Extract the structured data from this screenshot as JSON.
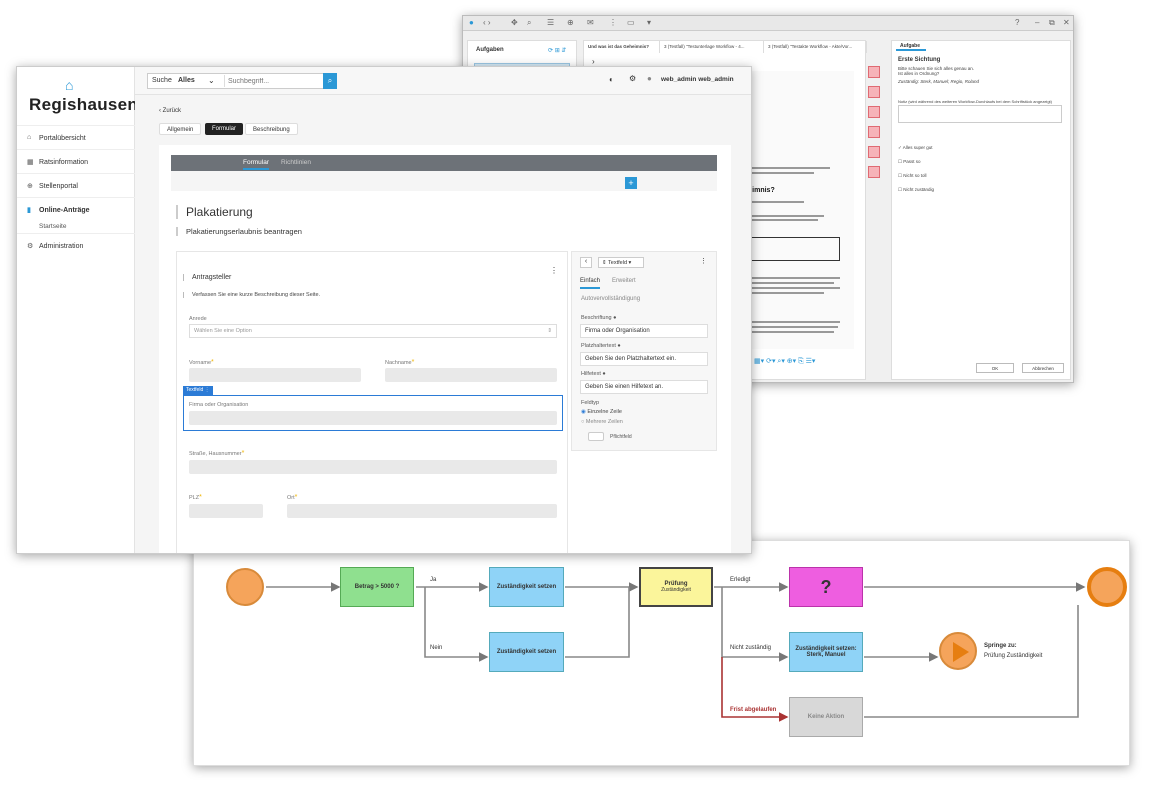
{
  "back_window": {
    "tasks_title": "Aufgaben",
    "tabs": [
      "Und was ist das Geheimnis?",
      "3 (Testfall) \"Testunterlage Workflow - 4...",
      "3 (Testfall) \"Testakte Workflow - Akte/Vor..."
    ],
    "doc_heading": "heimnis?",
    "task_tab": "Aufgabe",
    "task_title": "Erste Sichtung",
    "task_desc": "Bitte schauen Sie sich alles genau an. Ist alles in Ordnung?",
    "task_assignees": "Zuständig: Sterk, Manuel; Regio, Roland",
    "notiz_label": "Notiz (wird während des weiteren Workflow-Durchlaufs bei dem Schriftstück angezeigt)",
    "options": [
      "Alles super gut",
      "Passt so",
      "Nicht so toll",
      "Nicht zuständig"
    ],
    "ok_label": "OK",
    "cancel_label": "Abbrechen"
  },
  "app": {
    "logo": "Regishausen",
    "nav": [
      {
        "icon": "home-icon",
        "glyph": "⌂",
        "label": "Portalübersicht"
      },
      {
        "icon": "building-icon",
        "glyph": "▦",
        "label": "Ratsinformation"
      },
      {
        "icon": "globe-icon",
        "glyph": "⊕",
        "label": "Stellenportal"
      },
      {
        "icon": "document-icon",
        "glyph": "▮",
        "label": "Online-Anträge",
        "active": true
      },
      {
        "label": "Startseite",
        "sub": true
      },
      {
        "icon": "gear-icon",
        "glyph": "⚙",
        "label": "Administration"
      }
    ],
    "search": {
      "label": "Suche",
      "scope": "Alles",
      "placeholder": "Suchbegriff..."
    },
    "user": "web_admin web_admin",
    "back_label": "‹ Zurück",
    "pills": [
      "Allgemein",
      "Formular",
      "Beschreibung"
    ],
    "form_tabs": [
      "Formular",
      "Richtlinien"
    ],
    "form_title": "Plakatierung",
    "form_subtitle": "Plakatierungserlaubnis beantragen",
    "section_title": "Antragsteller",
    "section_desc": "Verfassen Sie eine kurze Beschreibung dieser Seite.",
    "fields": {
      "anrede": "Anrede",
      "anrede_placeholder": "Wählen Sie eine Option",
      "vorname": "Vorname",
      "nachname": "Nachname",
      "firma": "Firma oder Organisation",
      "strasse": "Straße, Hausnummer",
      "plz": "PLZ",
      "ort": "Ort"
    },
    "selected_badge": "Textfeld ⋮",
    "panel": {
      "type": "Textfeld",
      "tabs": [
        "Einfach",
        "Erweitert"
      ],
      "autocomplete": "Autovervollständigung",
      "beschriftung_label": "Beschriftung",
      "beschriftung_value": "Firma oder Organisation",
      "platzhalter_label": "Platzhaltertext",
      "platzhalter_value": "Geben Sie den Platzhaltertext ein.",
      "hilfe_label": "Hilfetext",
      "hilfe_value": "Geben Sie einen Hilfetext an.",
      "feldtyp_label": "Feldtyp",
      "radio1": "Einzelne Zeile",
      "radio2": "Mehrere Zeilen",
      "pflicht": "Pflichtfeld"
    }
  },
  "flow": {
    "decision": "Betrag > 5000 ?",
    "yes": "Ja",
    "no": "Nein",
    "assign1": "Zuständigkeit setzen",
    "assign2": "Zuständigkeit setzen",
    "check_title": "Prüfung",
    "check_sub": "Zuständigkeit",
    "done": "Erledigt",
    "question": "?",
    "not_responsible": "Nicht zuständig",
    "assign3": "Zuständigkeit setzen: Sterk, Manuel",
    "jump_title": "Springe zu:",
    "jump_target": "Prüfung Zuständigkeit",
    "deadline": "Frist abgelaufen",
    "no_action": "Keine Aktion"
  },
  "colors": {
    "accent": "#2b98d6",
    "green": "#8fe08f",
    "blue": "#8fd3f7",
    "yellow": "#fbf59b",
    "magenta": "#ee5ee0",
    "orange": "#f5a45b",
    "red": "#a33"
  }
}
